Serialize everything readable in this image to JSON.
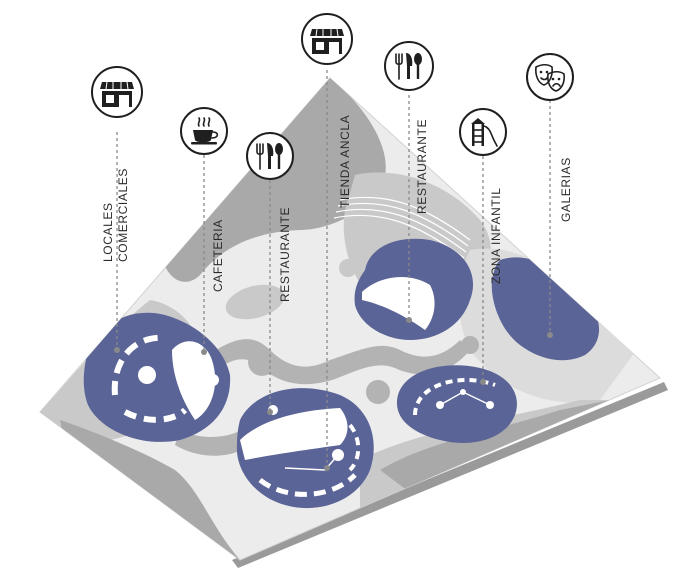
{
  "colors": {
    "blue": "#5b6497",
    "dark_gray": "#a9a9a9",
    "mid_gray": "#c9c9c9",
    "light_gray": "#dcdcdc",
    "pale": "#ececec",
    "path": "#b3b3b3",
    "ink": "#1f1f1f",
    "leader": "#8a8a8a"
  },
  "zones": [
    {
      "id": "locales",
      "label_lines": [
        "LOCALES",
        "COMERCIALES"
      ],
      "icon": "storefront-icon"
    },
    {
      "id": "cafeteria",
      "label_lines": [
        "CAFETERIA"
      ],
      "icon": "coffee-cup-icon"
    },
    {
      "id": "restaurante-1",
      "label_lines": [
        "RESTAURANTE"
      ],
      "icon": "cutlery-icon"
    },
    {
      "id": "tienda-ancla",
      "label_lines": [
        "TIENDA ANCLA"
      ],
      "icon": "storefront-icon"
    },
    {
      "id": "restaurante-2",
      "label_lines": [
        "RESTAURANTE"
      ],
      "icon": "cutlery-icon"
    },
    {
      "id": "zona-infantil",
      "label_lines": [
        "ZONA INFANTIL"
      ],
      "icon": "slide-icon"
    },
    {
      "id": "galerias",
      "label_lines": [
        "GALERIAS"
      ],
      "icon": "theater-masks-icon"
    }
  ]
}
